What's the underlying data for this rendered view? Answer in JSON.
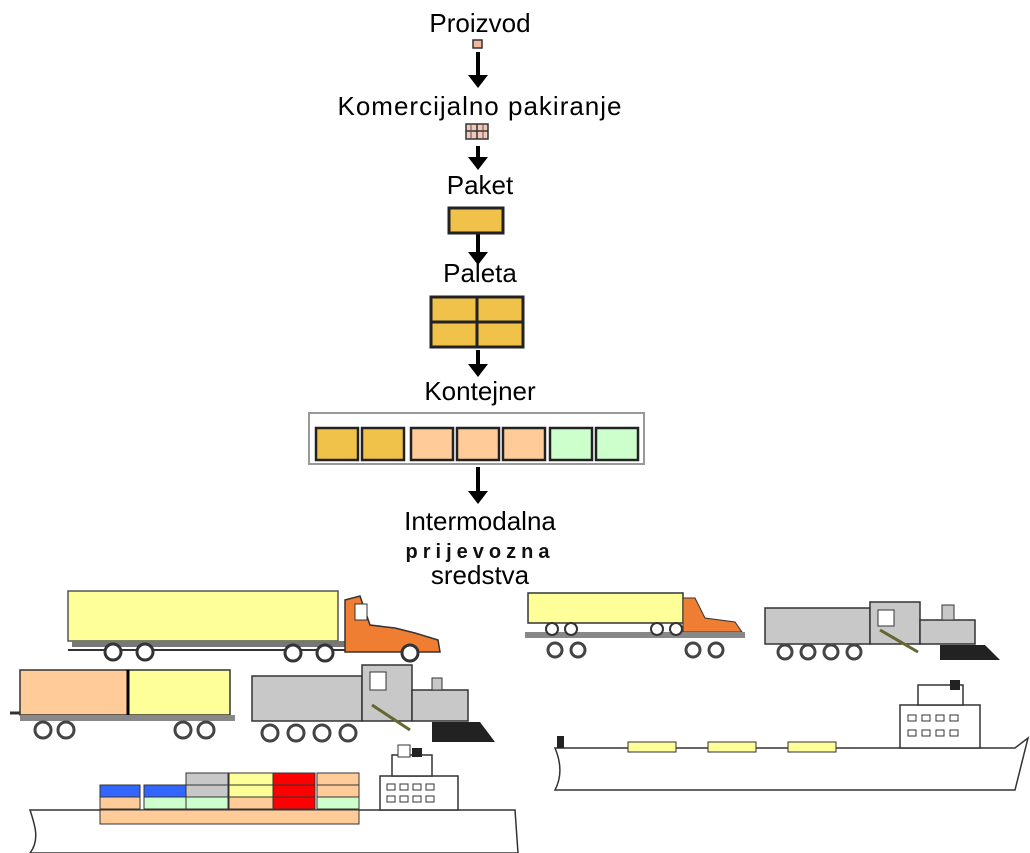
{
  "labels": {
    "proizvod": "Proizvod",
    "komercijalno": "Komercijalno pakiranje",
    "paket": "Paket",
    "paleta": "Paleta",
    "kontejner": "Kontejner",
    "intermodalna_1": "Intermodalna",
    "intermodalna_2": "prijevozna",
    "intermodalna_3": "sredstva"
  },
  "colors": {
    "box_gold": "#f0c24a",
    "box_peach": "#ffcc99",
    "box_green": "#ccffcc",
    "trailer_yellow": "#ffff99",
    "truck_orange": "#ef7d32",
    "locomotive_gray": "#c8c8c8",
    "blue": "#3366ff",
    "red": "#ff0000"
  }
}
